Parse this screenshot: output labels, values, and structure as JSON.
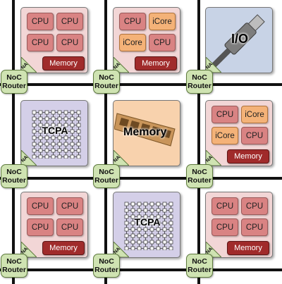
{
  "labels": {
    "cpu": "CPU",
    "icore": "iCore",
    "memory": "Memory",
    "tcpa": "TCPA",
    "io": "I/O",
    "na": "NA",
    "router_line1": "NoC",
    "router_line2": "Router"
  },
  "tiles": [
    {
      "type": "cpu",
      "cores": [
        "CPU",
        "CPU",
        "CPU",
        "CPU"
      ]
    },
    {
      "type": "cpu",
      "cores": [
        "CPU",
        "iCore",
        "iCore",
        "CPU"
      ]
    },
    {
      "type": "io"
    },
    {
      "type": "tcpa"
    },
    {
      "type": "memory"
    },
    {
      "type": "cpu",
      "cores": [
        "CPU",
        "iCore",
        "iCore",
        "CPU"
      ]
    },
    {
      "type": "cpu",
      "cores": [
        "CPU",
        "CPU",
        "CPU",
        "CPU"
      ]
    },
    {
      "type": "tcpa"
    },
    {
      "type": "cpu",
      "cores": [
        "CPU",
        "CPU",
        "CPU",
        "CPU"
      ]
    }
  ],
  "colors": {
    "cpu_tile": "#f2d6d6",
    "cpu_core": "#d98383",
    "icore": "#f4b278",
    "memory_bar": "#a02b2b",
    "tcpa_tile": "#d4cfe8",
    "memory_tile": "#f8d2ad",
    "io_tile": "#c8d3e6",
    "router": "#cfe3b2",
    "na": "#cfe3b2"
  }
}
